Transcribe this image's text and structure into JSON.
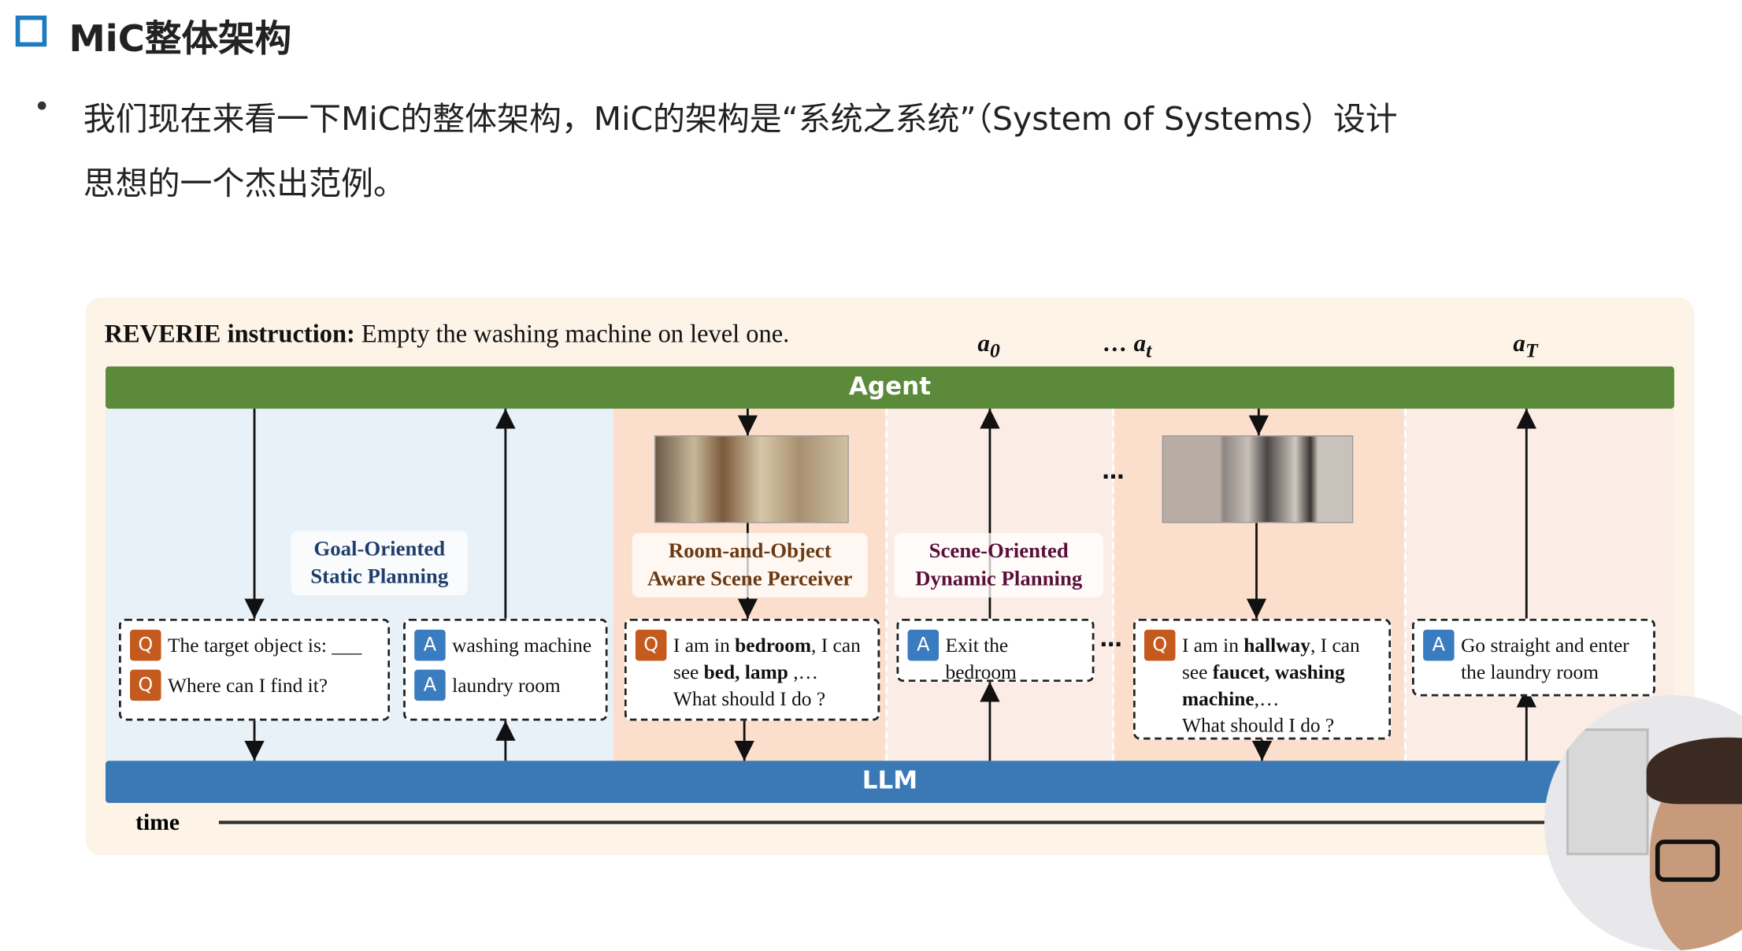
{
  "slide": {
    "title": "MiC整体架构",
    "bullet_line1": "我们现在来看一下MiC的整体架构，MiC的架构是“系统之系统”（System of Systems）设计",
    "bullet_line2": "思想的一个杰出范例。",
    "accent_color": "#1f7ac0"
  },
  "figure": {
    "instruction_label": "REVERIE instruction:",
    "instruction_text": " Empty the washing machine on level one.",
    "actions": {
      "a0": "a",
      "a0_sub": "0",
      "ellipsis": "…",
      "at": "a",
      "at_sub": "t",
      "aT": "a",
      "aT_sub": "T"
    },
    "agent_label": "Agent",
    "llm_label": "LLM",
    "time_label": "time",
    "colors": {
      "agent": "#5a8a3a",
      "llm": "#3a78b6",
      "question": "#c55a1e",
      "answer": "#3a7cc0"
    },
    "modules": [
      {
        "line1": "Goal-Oriented",
        "line2": "Static Planning"
      },
      {
        "line1": "Room-and-Object",
        "line2": "Aware Scene Perceiver"
      },
      {
        "line1": "Scene-Oriented",
        "line2": "Dynamic Planning"
      }
    ],
    "badge_q": "Q",
    "badge_a": "A",
    "goal_questions": [
      "The target object is: ___",
      "Where can I find it?"
    ],
    "goal_answers": [
      "washing machine",
      "laundry room"
    ],
    "perceiver1": {
      "t1": "I am in ",
      "b1": "bedroom",
      "t2": ", I can see ",
      "b2": "bed, lamp",
      "t3": " ,…",
      "t4": "What should I do ?"
    },
    "answer1": "Exit the bedroom",
    "perceiver2": {
      "t1": "I am in ",
      "b1": "hallway",
      "t2": ", I can see ",
      "b2": "faucet, washing machine",
      "t3": ",…",
      "t4": "What should I do ?"
    },
    "answer2": "Go straight and enter the laundry room",
    "ellipsis": "…"
  }
}
